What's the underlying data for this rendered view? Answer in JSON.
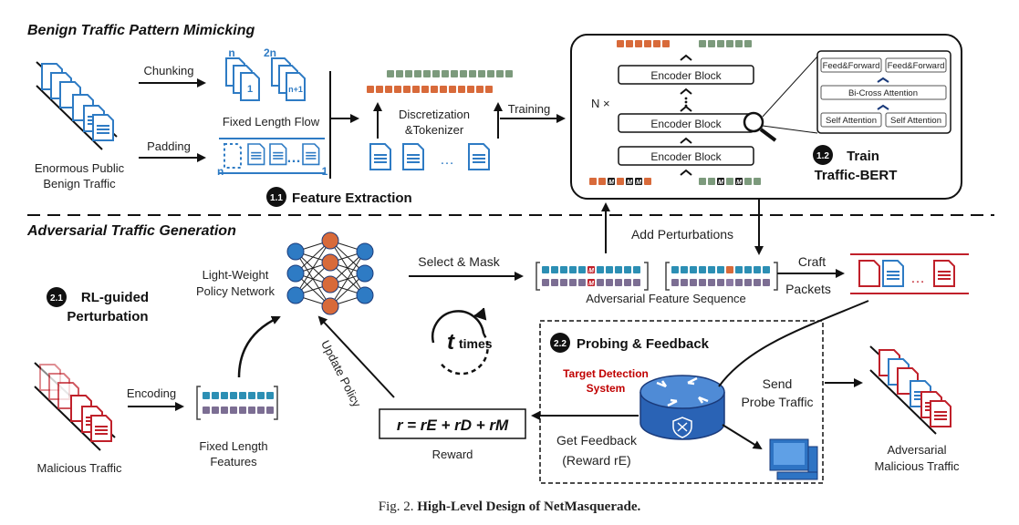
{
  "section_titles": {
    "benign": "Benign Traffic Pattern Mimicking",
    "adversarial": "Adversarial Traffic Generation"
  },
  "labels": {
    "enormous_public": "Enormous Public",
    "benign_traffic": "Benign Traffic",
    "chunking": "Chunking",
    "padding": "Padding",
    "fixed_length_flow": "Fixed Length Flow",
    "discretization": "Discretization",
    "tokenizer": "&Tokenizer",
    "training": "Training",
    "feature_extraction": "Feature Extraction",
    "n_times_layers": "N ×",
    "encoder_block": "Encoder Block",
    "feed_forward": "Feed&Forward",
    "bi_cross_attention": "Bi-Cross Attention",
    "self_attention": "Self Attention",
    "train": "Train",
    "traffic_bert": "Traffic-BERT",
    "add_perturbations": "Add Perturbations",
    "light_weight": "Light-Weight",
    "policy_network": "Policy Network",
    "select_mask": "Select & Mask",
    "adversarial_feature_sequence": "Adversarial Feature Sequence",
    "craft": "Craft",
    "packets": "Packets",
    "rl_guided": "RL-guided",
    "perturbation": "Perturbation",
    "t_letter": "t",
    "times": "times",
    "update_policy": "Update Policy",
    "probing_feedback": "Probing & Feedback",
    "target_detection": "Target Detection",
    "system": "System",
    "send": "Send",
    "probe_traffic": "Probe Traffic",
    "encoding": "Encoding",
    "malicious_traffic": "Malicious Traffic",
    "fixed_length": "Fixed Length",
    "features": "Features",
    "reward_formula": "r = rE + rD + rM",
    "reward": "Reward",
    "get_feedback": "Get  Feedback",
    "reward_re": "(Reward rE)",
    "adversarial": "Adversarial",
    "malicious_traffic2": "Malicious Traffic",
    "mask_token": "M",
    "page_n": "n",
    "page_2n": "2n",
    "page_1": "1",
    "page_n1": "n+1",
    "ellipsis": "…"
  },
  "badges": {
    "b11": "1.1",
    "b12": "1.2",
    "b21": "2.1",
    "b22": "2.2"
  },
  "caption": {
    "fig": "Fig. 2.",
    "title": "High-Level Design of NetMasquerade."
  },
  "colors": {
    "blue": "#2E7BC4",
    "teal": "#2C8FB4",
    "orange": "#D86A3A",
    "green": "#7C9A7C",
    "purple": "#7C6E93",
    "red": "#C0202A",
    "dark": "#1a1a1a",
    "target_red": "#C00000"
  }
}
